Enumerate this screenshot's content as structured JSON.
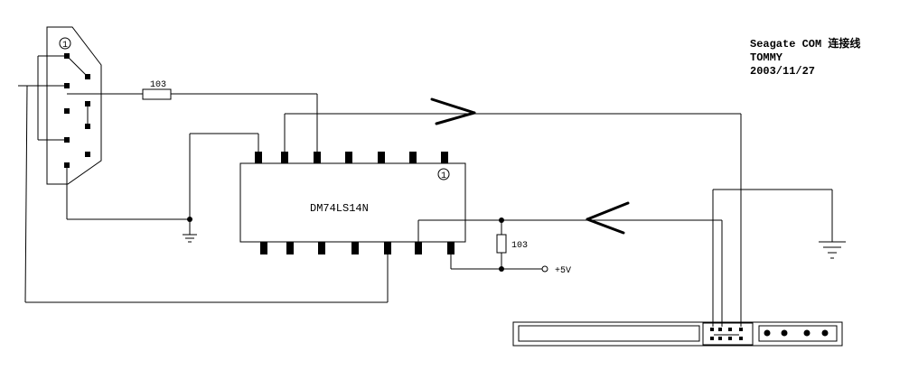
{
  "title": {
    "line1": "Seagate COM 连接线",
    "line2": "TOMMY",
    "line3": "2003/11/27"
  },
  "components": {
    "chip_label": "DM74LS14N",
    "chip_pin1_marker": "1",
    "connector_pin1_marker": "1",
    "resistor_top_value": "103",
    "resistor_right_value": "103",
    "power_label": "+5V"
  },
  "colors": {
    "ink": "#000000",
    "background": "#ffffff"
  }
}
